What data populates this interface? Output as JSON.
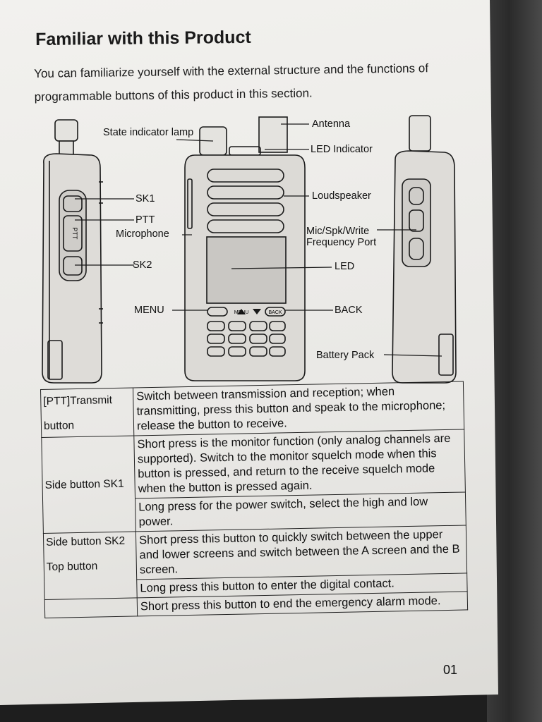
{
  "page": {
    "title": "Familiar with this Product",
    "intro": "You can familiarize yourself with the external structure and the functions of programmable buttons of this product in this section.",
    "page_number": "01"
  },
  "diagram_labels": {
    "state_indicator_lamp": "State indicator lamp",
    "antenna": "Antenna",
    "led_indicator": "LED Indicator",
    "sk1": "SK1",
    "ptt": "PTT",
    "microphone": "Microphone",
    "sk2": "SK2",
    "loudspeaker": "Loudspeaker",
    "mic_spk_write_port": "Mic/Spk/Write Frequency Port",
    "led": "LED",
    "menu": "MENU",
    "back": "BACK",
    "battery_pack": "Battery Pack"
  },
  "device_markings": {
    "menu_key": "MENU",
    "back_key": "BACK",
    "ptt_key": "PTT"
  },
  "table": {
    "rows": [
      {
        "key": "[PTT]Transmit",
        "key2": "button",
        "desc": "Switch between transmission and reception; when transmitting, press this button and speak to the microphone; release the button to receive."
      },
      {
        "key": "Side button SK1",
        "key2": "",
        "desc": "Short press is the monitor function (only analog channels are supported). Switch to the monitor squelch mode when this button is pressed, and return to the receive squelch mode when the button is pressed again."
      },
      {
        "key": "",
        "key2": "",
        "desc": "Long press for the power switch, select the high and low power."
      },
      {
        "key": "Side button SK2",
        "key2": "Top button",
        "desc": "Short press this button to quickly switch between the upper and lower screens and switch between the A screen and the B screen."
      },
      {
        "key": "",
        "key2": "",
        "desc": "Long press this button to enter the digital contact."
      },
      {
        "key": "",
        "key2": "",
        "desc": "Short press this button to end the emergency alarm mode."
      }
    ]
  }
}
